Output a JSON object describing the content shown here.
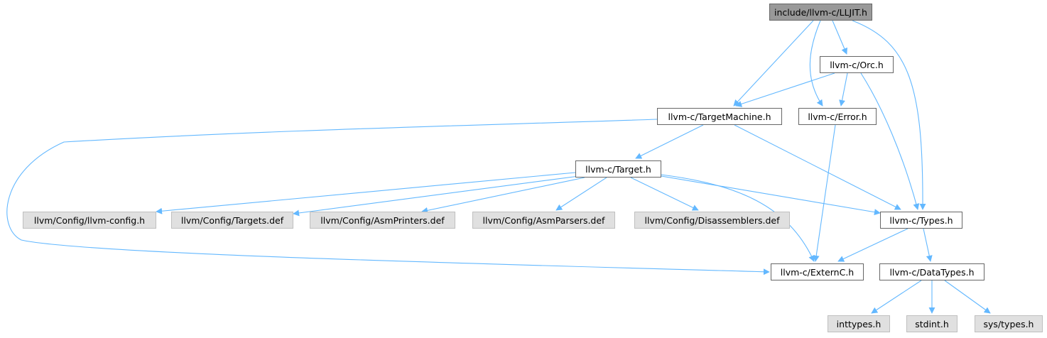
{
  "diagram": {
    "type": "include-dependency-graph",
    "colors": {
      "edge": "#63b8ff",
      "root_fill": "#999999",
      "node_border": "#666666",
      "external_fill": "#e0e0e0",
      "external_border": "#bfbfbf"
    },
    "nodes": {
      "lljit": {
        "label": "include/llvm-c/LLJIT.h",
        "kind": "root"
      },
      "orc": {
        "label": "llvm-c/Orc.h",
        "kind": "file"
      },
      "targetmachine": {
        "label": "llvm-c/TargetMachine.h",
        "kind": "file"
      },
      "error": {
        "label": "llvm-c/Error.h",
        "kind": "file"
      },
      "target": {
        "label": "llvm-c/Target.h",
        "kind": "file"
      },
      "llvmconfig": {
        "label": "llvm/Config/llvm-config.h",
        "kind": "external"
      },
      "targetsdef": {
        "label": "llvm/Config/Targets.def",
        "kind": "external"
      },
      "asmprinters": {
        "label": "llvm/Config/AsmPrinters.def",
        "kind": "external"
      },
      "asmparsers": {
        "label": "llvm/Config/AsmParsers.def",
        "kind": "external"
      },
      "disassemblers": {
        "label": "llvm/Config/Disassemblers.def",
        "kind": "external"
      },
      "types": {
        "label": "llvm-c/Types.h",
        "kind": "file"
      },
      "externc": {
        "label": "llvm-c/ExternC.h",
        "kind": "file"
      },
      "datatypes": {
        "label": "llvm-c/DataTypes.h",
        "kind": "file"
      },
      "inttypes": {
        "label": "inttypes.h",
        "kind": "external"
      },
      "stdint": {
        "label": "stdint.h",
        "kind": "external"
      },
      "systypes": {
        "label": "sys/types.h",
        "kind": "external"
      }
    },
    "edges": [
      [
        "lljit",
        "orc"
      ],
      [
        "lljit",
        "targetmachine"
      ],
      [
        "lljit",
        "error"
      ],
      [
        "lljit",
        "types"
      ],
      [
        "orc",
        "targetmachine"
      ],
      [
        "orc",
        "error"
      ],
      [
        "orc",
        "types"
      ],
      [
        "targetmachine",
        "target"
      ],
      [
        "targetmachine",
        "types"
      ],
      [
        "targetmachine",
        "externc"
      ],
      [
        "error",
        "externc"
      ],
      [
        "target",
        "llvmconfig"
      ],
      [
        "target",
        "targetsdef"
      ],
      [
        "target",
        "asmprinters"
      ],
      [
        "target",
        "asmparsers"
      ],
      [
        "target",
        "disassemblers"
      ],
      [
        "target",
        "types"
      ],
      [
        "target",
        "externc"
      ],
      [
        "types",
        "externc"
      ],
      [
        "types",
        "datatypes"
      ],
      [
        "datatypes",
        "inttypes"
      ],
      [
        "datatypes",
        "stdint"
      ],
      [
        "datatypes",
        "systypes"
      ]
    ]
  }
}
